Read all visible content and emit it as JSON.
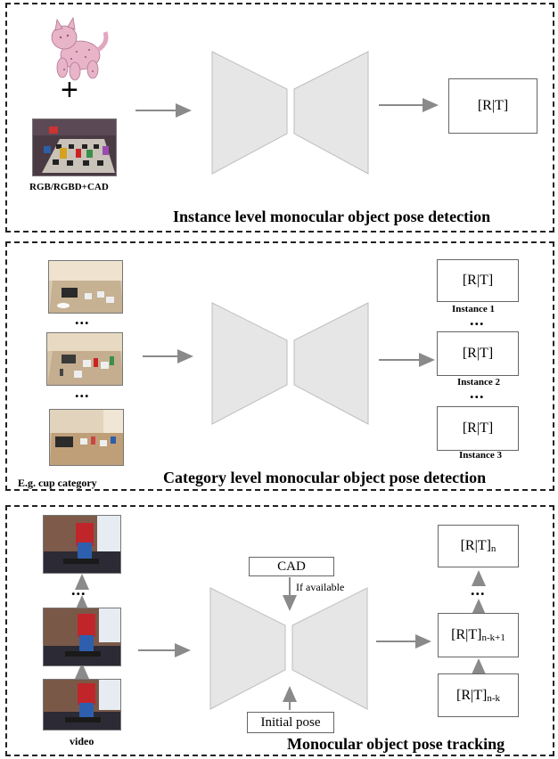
{
  "panel1": {
    "title": "Instance level monocular object pose detection",
    "input_caption": "RGB/RGBD+CAD",
    "plus": "+",
    "output": "[R|T]"
  },
  "panel2": {
    "title": "Category level monocular object pose detection",
    "input_caption": "E.g. cup category",
    "ellipsis": "...",
    "outputs": [
      {
        "value": "[R|T]",
        "label": "Instance 1"
      },
      {
        "value": "[R|T]",
        "label": "Instance 2"
      },
      {
        "value": "[R|T]",
        "label": "Instance 3"
      }
    ]
  },
  "panel3": {
    "title": "Monocular object pose tracking",
    "input_caption": "video",
    "ellipsis": "...",
    "cad_label": "CAD",
    "if_available": "If available",
    "initial_pose": "Initial pose",
    "outputs": [
      {
        "base": "[R|T]",
        "sub": "n"
      },
      {
        "base": "[R|T]",
        "sub": "n-k+1"
      },
      {
        "base": "[R|T]",
        "sub": "n-k"
      }
    ]
  },
  "colors": {
    "network": "#e6e6e6",
    "network_stroke": "#bdbdbd",
    "arrow": "#8a8a8a",
    "dash": "#222222"
  }
}
